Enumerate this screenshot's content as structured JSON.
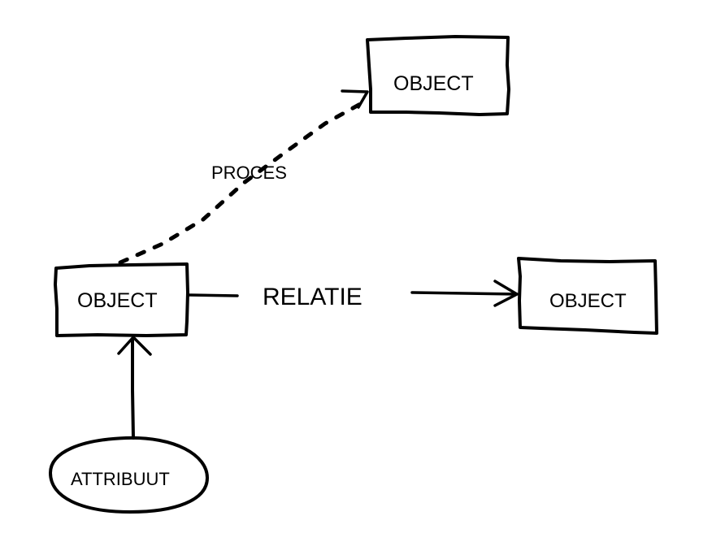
{
  "diagram": {
    "nodes": {
      "top_object": "OBJECT",
      "left_object": "OBJECT",
      "right_object": "OBJECT",
      "attribute": "ATTRIBUUT"
    },
    "edges": {
      "process": "PROCES",
      "relation": "RELATIE"
    },
    "ink_color": "#000000",
    "background_color": "#ffffff"
  }
}
